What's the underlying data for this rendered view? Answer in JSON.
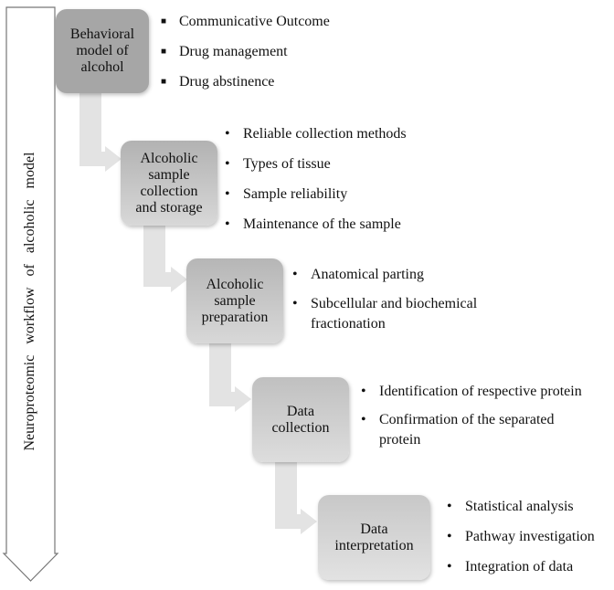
{
  "side_label": "Neuroproteomic workflow of alcoholic model",
  "stages": [
    {
      "id": "behavioral-model",
      "label_lines": [
        "Behavioral",
        "model of",
        "alcohol"
      ],
      "bullet_style": "square",
      "bullets": [
        "Communicative Outcome",
        "Drug management",
        "Drug abstinence"
      ]
    },
    {
      "id": "sample-collection",
      "label_lines": [
        "Alcoholic",
        "sample",
        "collection",
        "and storage"
      ],
      "bullet_style": "dot",
      "bullets": [
        "Reliable collection methods",
        "Types of tissue",
        "Sample reliability",
        "Maintenance of the sample"
      ]
    },
    {
      "id": "sample-preparation",
      "label_lines": [
        "Alcoholic",
        "sample",
        "preparation"
      ],
      "bullet_style": "dot",
      "bullets": [
        "Anatomical parting",
        "Subcellular and biochemical fractionation"
      ]
    },
    {
      "id": "data-collection",
      "label_lines": [
        "Data",
        "collection"
      ],
      "bullet_style": "dot",
      "bullets": [
        "Identification of respective protein",
        "Confirmation of the separated protein"
      ]
    },
    {
      "id": "data-interpretation",
      "label_lines": [
        "Data",
        "interpretation"
      ],
      "bullet_style": "dot",
      "bullets": [
        "Statistical analysis",
        "Pathway investigation",
        "Integration of data"
      ]
    }
  ],
  "colors": {
    "stage_fill_dark": "#a6a6a6",
    "stage_fill_light": "#d6d6d6",
    "connector": "#e3e3e3",
    "side_arrow_stroke": "#777777"
  }
}
